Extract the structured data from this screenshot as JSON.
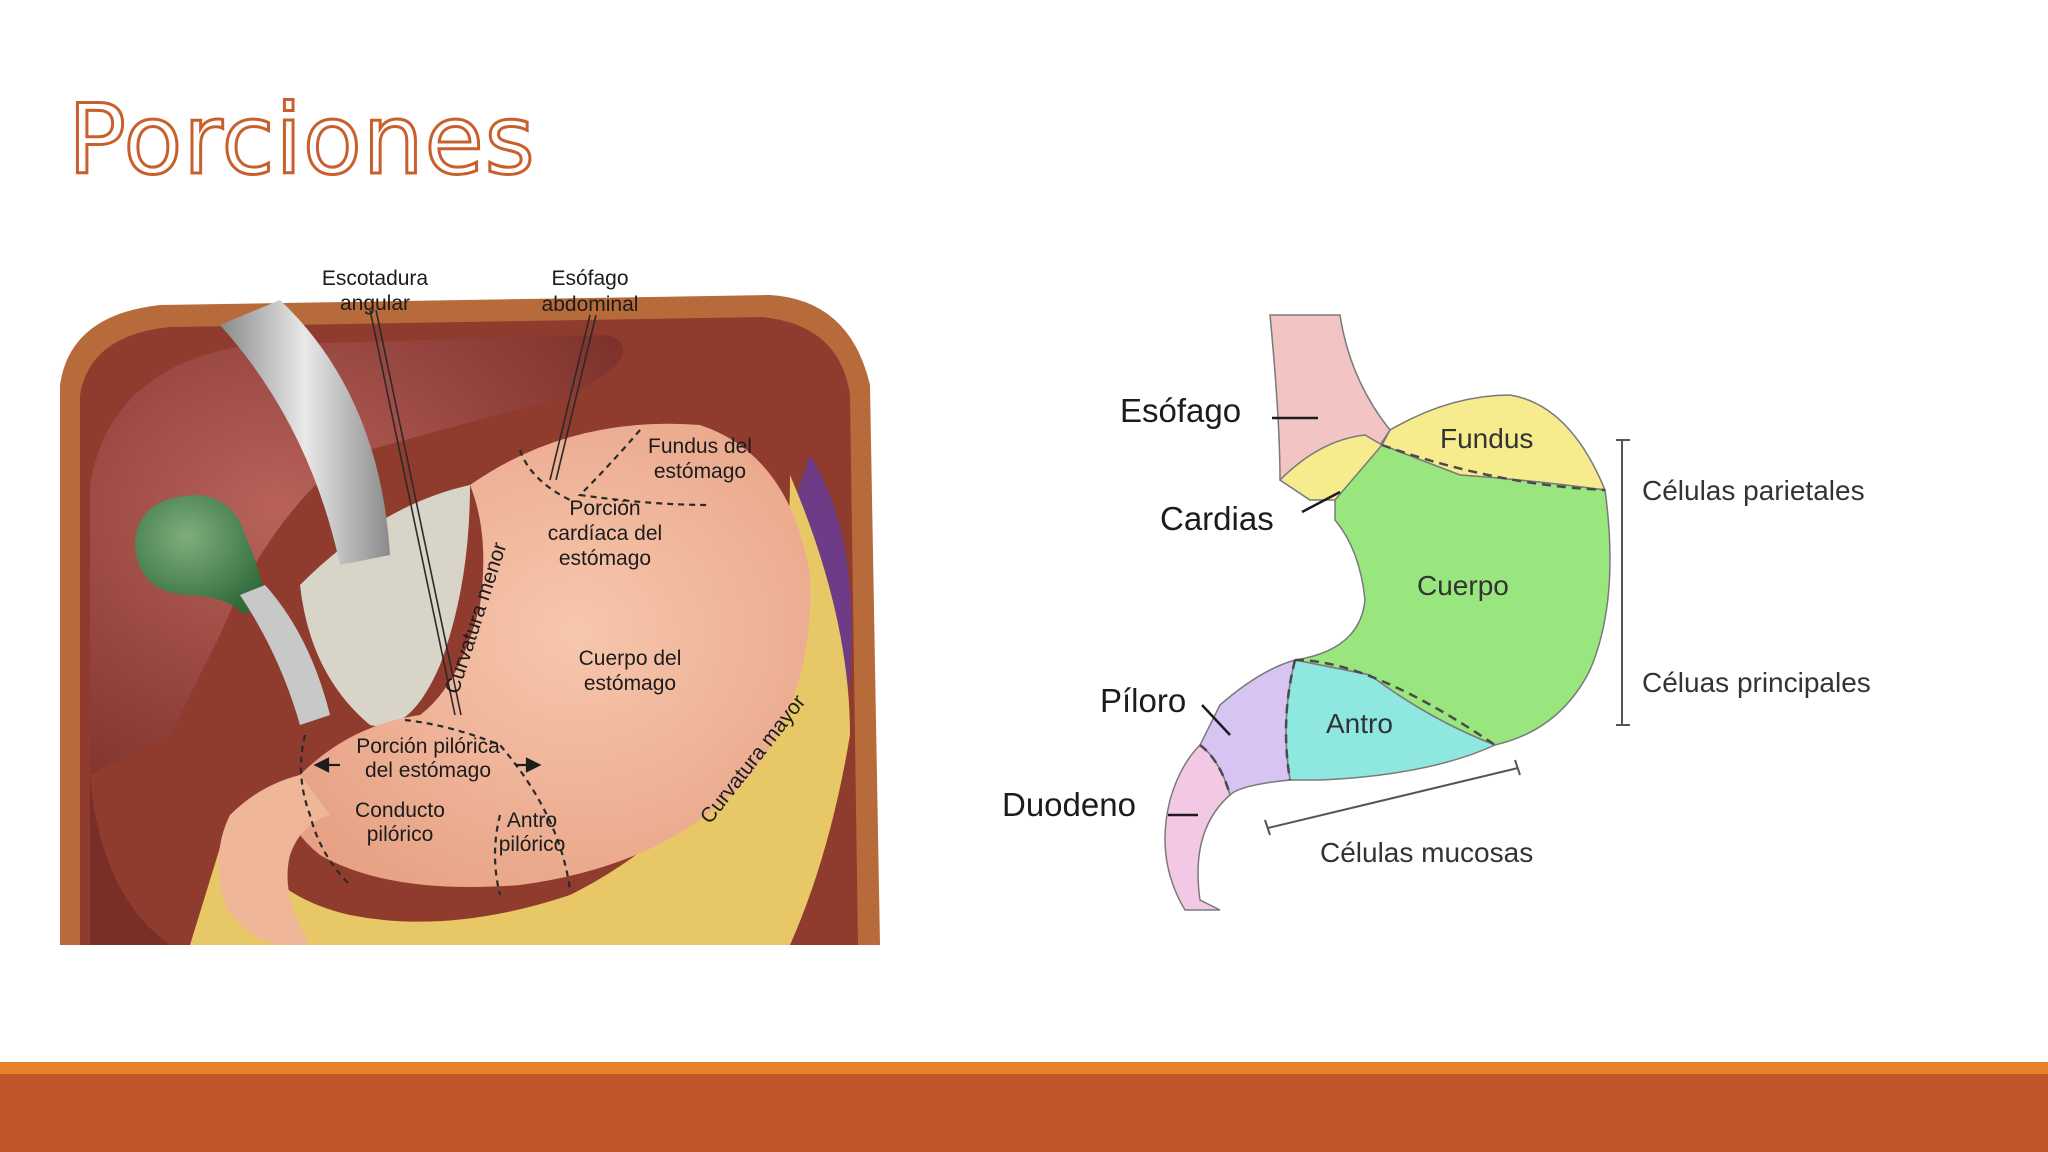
{
  "slide": {
    "title": "Porciones"
  },
  "left_diagram": {
    "labels": {
      "escotadura_1": "Escotadura",
      "escotadura_2": "angular",
      "esofago_1": "Esófago",
      "esofago_2": "abdominal",
      "fundus_1": "Fundus del",
      "fundus_2": "estómago",
      "cardiaca_1": "Porción",
      "cardiaca_2": "cardíaca del",
      "cardiaca_3": "estómago",
      "curv_menor": "Curvatura menor",
      "cuerpo_1": "Cuerpo del",
      "cuerpo_2": "estómago",
      "curv_mayor": "Curvatura mayor",
      "pilorica_1": "Porción pilórica",
      "pilorica_2": "del estómago",
      "conducto_1": "Conducto",
      "conducto_2": "pilórico",
      "antro_1": "Antro",
      "antro_2": "pilórico"
    }
  },
  "right_diagram": {
    "labels": {
      "esofago": "Esófago",
      "cardias": "Cardias",
      "fundus": "Fundus",
      "cuerpo": "Cuerpo",
      "antro": "Antro",
      "piloro": "Píloro",
      "duodeno": "Duodeno",
      "celulas_parietales": "Células parietales",
      "celulas_principales": "Céluas principales",
      "celulas_mucosas": "Células mucosas"
    },
    "colors": {
      "esofago": "#f2c4c4",
      "fundus": "#f6ec8e",
      "cuerpo": "#99e67e",
      "antro": "#8ee8e0",
      "piloro": "#d7c4f2",
      "duodeno": "#f2c8e4"
    }
  },
  "theme": {
    "title_color": "#c8602e",
    "band_color": "#c0552a",
    "band_accent": "#e8812a"
  }
}
